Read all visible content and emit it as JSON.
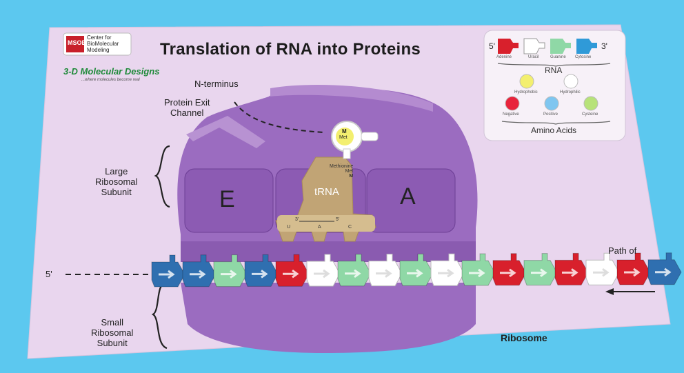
{
  "title": "Translation of RNA into Proteins",
  "logo": {
    "msoe": "MSOE",
    "center_line1": "Center for",
    "center_line2": "BioMolecular",
    "center_line3": "Modeling",
    "brand": "3-D Molecular Designs",
    "tagline": "...where molecules become real"
  },
  "labels": {
    "n_terminus": "N-terminus",
    "exit_channel_1": "Protein Exit",
    "exit_channel_2": "Channel",
    "large_1": "Large",
    "large_2": "Ribosomal",
    "large_3": "Subunit",
    "small_1": "Small",
    "small_2": "Ribosomal",
    "small_3": "Subunit",
    "five_prime": "5'",
    "ribosome": "Ribosome",
    "path_partial": "Path of"
  },
  "sites": {
    "e": "E",
    "a": "A"
  },
  "trna": {
    "name": "tRNA",
    "aa_name": "Methionine",
    "aa_abbr": "Met",
    "aa_letter": "M",
    "end3": "3'",
    "end5": "5'",
    "anticodon": [
      "U",
      "A",
      "C"
    ]
  },
  "amino_acid_ball": {
    "letter": "M",
    "abbr": "Met"
  },
  "legend": {
    "five": "5'",
    "three": "3'",
    "bases": [
      "Adenine",
      "Uracil",
      "Guanine",
      "Cytosine"
    ],
    "rna_title": "RNA",
    "aa_types": [
      "Hydrophobic",
      "Hydrophilic",
      "Negative",
      "Positive",
      "Cysteine"
    ],
    "aa_title": "Amino Acids"
  },
  "colors": {
    "background": "#5cc8ef",
    "board": "#e9d6ee",
    "ribosome": "#9b6cc0",
    "adenine": "#d8202c",
    "uracil": "#ffffff",
    "guanine": "#8fd8a6",
    "cytosine": "#2f6fb0",
    "trna": "#c1a475"
  },
  "mrna_sequence": [
    "C",
    "C",
    "G",
    "C",
    "A",
    "U",
    "G",
    "U",
    "G",
    "U",
    "G",
    "A",
    "G",
    "A",
    "U",
    "A",
    "C"
  ]
}
